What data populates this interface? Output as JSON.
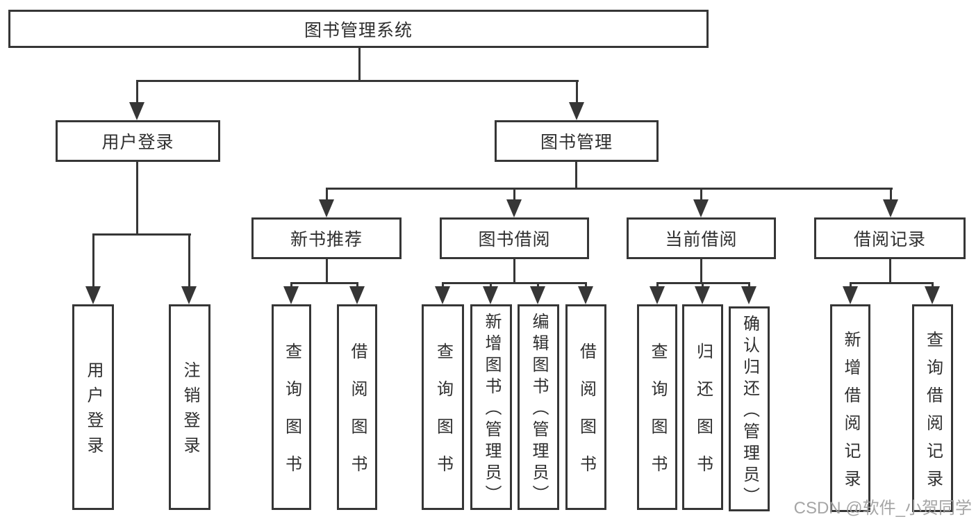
{
  "colors": {
    "line": "#363636",
    "box_border": "#363636",
    "text": "#2f2f2f",
    "background": "#ffffff",
    "watermark": "#9c9c9c"
  },
  "diagram": {
    "root": {
      "label": "图书管理系统"
    },
    "user_login": {
      "label": "用户登录",
      "children": {
        "login": {
          "label": "用户登录"
        },
        "logout": {
          "label": "注销登录"
        }
      }
    },
    "book_management": {
      "label": "图书管理",
      "children": {
        "new_book_recommend": {
          "label": "新书推荐",
          "children": {
            "query_book": {
              "label": "查询图书"
            },
            "borrow_book": {
              "label": "借阅图书"
            }
          }
        },
        "book_borrow": {
          "label": "图书借阅",
          "children": {
            "query_book": {
              "label": "查询图书"
            },
            "add_book": {
              "label": "新增图书（管理员）"
            },
            "edit_book": {
              "label": "编辑图书（管理员）"
            },
            "borrow_book": {
              "label": "借阅图书"
            }
          }
        },
        "current_borrow": {
          "label": "当前借阅",
          "children": {
            "query_book": {
              "label": "查询图书"
            },
            "return_book": {
              "label": "归还图书"
            },
            "confirm_return": {
              "label": "确认归还（管理员）"
            }
          }
        },
        "borrow_record": {
          "label": "借阅记录",
          "children": {
            "add_record": {
              "label": "新增借阅记录"
            },
            "query_record": {
              "label": "查询借阅记录"
            }
          }
        }
      }
    }
  },
  "watermark": {
    "text": "CSDN @软件_小贺同学"
  }
}
